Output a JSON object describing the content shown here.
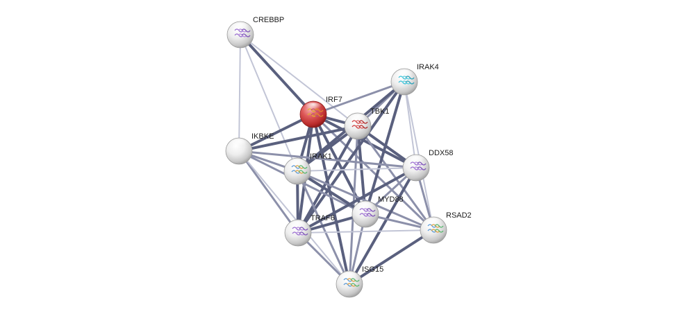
{
  "network": {
    "nodes": [
      {
        "id": "CREBBP",
        "label": "CREBBP",
        "query": false,
        "structure": "purple"
      },
      {
        "id": "IRAK4",
        "label": "IRAK4",
        "query": false,
        "structure": "cyan"
      },
      {
        "id": "IRF7",
        "label": "IRF7",
        "query": true,
        "structure": "yellow"
      },
      {
        "id": "TBK1",
        "label": "TBK1",
        "query": false,
        "structure": "red"
      },
      {
        "id": "IKBKE",
        "label": "IKBKE",
        "query": false,
        "structure": "none"
      },
      {
        "id": "IRAK1",
        "label": "IRAK1",
        "query": false,
        "structure": "multi"
      },
      {
        "id": "DDX58",
        "label": "DDX58",
        "query": false,
        "structure": "purple"
      },
      {
        "id": "MYD88",
        "label": "MYD88",
        "query": false,
        "structure": "purple"
      },
      {
        "id": "TRAF6",
        "label": "TRAF6",
        "query": false,
        "structure": "purple"
      },
      {
        "id": "RSAD2",
        "label": "RSAD2",
        "query": false,
        "structure": "multi"
      },
      {
        "id": "ISG15",
        "label": "ISG15",
        "query": false,
        "structure": "multi"
      }
    ],
    "edges": [
      {
        "a": "CREBBP",
        "b": "IRF7",
        "w": "strong"
      },
      {
        "a": "CREBBP",
        "b": "TBK1",
        "w": "light"
      },
      {
        "a": "CREBBP",
        "b": "IKBKE",
        "w": "light"
      },
      {
        "a": "CREBBP",
        "b": "IRAK1",
        "w": "light"
      },
      {
        "a": "IRF7",
        "b": "IRAK4",
        "w": "medium"
      },
      {
        "a": "IRF7",
        "b": "TBK1",
        "w": "strong"
      },
      {
        "a": "IRF7",
        "b": "IKBKE",
        "w": "strong"
      },
      {
        "a": "IRF7",
        "b": "IRAK1",
        "w": "strong"
      },
      {
        "a": "IRF7",
        "b": "DDX58",
        "w": "strong"
      },
      {
        "a": "IRF7",
        "b": "MYD88",
        "w": "strong"
      },
      {
        "a": "IRF7",
        "b": "TRAF6",
        "w": "strong"
      },
      {
        "a": "IRF7",
        "b": "RSAD2",
        "w": "medium"
      },
      {
        "a": "IRF7",
        "b": "ISG15",
        "w": "strong"
      },
      {
        "a": "TBK1",
        "b": "IRAK4",
        "w": "medium"
      },
      {
        "a": "TBK1",
        "b": "IKBKE",
        "w": "strong"
      },
      {
        "a": "TBK1",
        "b": "IRAK1",
        "w": "strong"
      },
      {
        "a": "TBK1",
        "b": "DDX58",
        "w": "strong"
      },
      {
        "a": "TBK1",
        "b": "MYD88",
        "w": "strong"
      },
      {
        "a": "TBK1",
        "b": "TRAF6",
        "w": "strong"
      },
      {
        "a": "TBK1",
        "b": "RSAD2",
        "w": "medium"
      },
      {
        "a": "TBK1",
        "b": "ISG15",
        "w": "medium"
      },
      {
        "a": "IRAK4",
        "b": "IRAK1",
        "w": "strong"
      },
      {
        "a": "IRAK4",
        "b": "DDX58",
        "w": "light"
      },
      {
        "a": "IRAK4",
        "b": "MYD88",
        "w": "strong"
      },
      {
        "a": "IRAK4",
        "b": "TRAF6",
        "w": "strong"
      },
      {
        "a": "IRAK4",
        "b": "RSAD2",
        "w": "light"
      },
      {
        "a": "IKBKE",
        "b": "IRAK1",
        "w": "medium"
      },
      {
        "a": "IKBKE",
        "b": "DDX58",
        "w": "medium"
      },
      {
        "a": "IKBKE",
        "b": "MYD88",
        "w": "medium"
      },
      {
        "a": "IKBKE",
        "b": "TRAF6",
        "w": "medium"
      },
      {
        "a": "IKBKE",
        "b": "ISG15",
        "w": "light"
      },
      {
        "a": "IRAK1",
        "b": "DDX58",
        "w": "light"
      },
      {
        "a": "IRAK1",
        "b": "MYD88",
        "w": "strong"
      },
      {
        "a": "IRAK1",
        "b": "TRAF6",
        "w": "strong"
      },
      {
        "a": "IRAK1",
        "b": "RSAD2",
        "w": "medium"
      },
      {
        "a": "IRAK1",
        "b": "ISG15",
        "w": "medium"
      },
      {
        "a": "DDX58",
        "b": "MYD88",
        "w": "medium"
      },
      {
        "a": "DDX58",
        "b": "TRAF6",
        "w": "strong"
      },
      {
        "a": "DDX58",
        "b": "RSAD2",
        "w": "medium"
      },
      {
        "a": "DDX58",
        "b": "ISG15",
        "w": "strong"
      },
      {
        "a": "MYD88",
        "b": "TRAF6",
        "w": "strong"
      },
      {
        "a": "MYD88",
        "b": "RSAD2",
        "w": "medium"
      },
      {
        "a": "MYD88",
        "b": "ISG15",
        "w": "medium"
      },
      {
        "a": "TRAF6",
        "b": "RSAD2",
        "w": "light"
      },
      {
        "a": "TRAF6",
        "b": "ISG15",
        "w": "medium"
      },
      {
        "a": "RSAD2",
        "b": "ISG15",
        "w": "strong"
      }
    ],
    "colors": {
      "strong": "#5a607e",
      "medium": "#8c90aa",
      "light": "#c2c5d6",
      "query_node": "#d04040",
      "node": "#e8e8e8"
    }
  }
}
